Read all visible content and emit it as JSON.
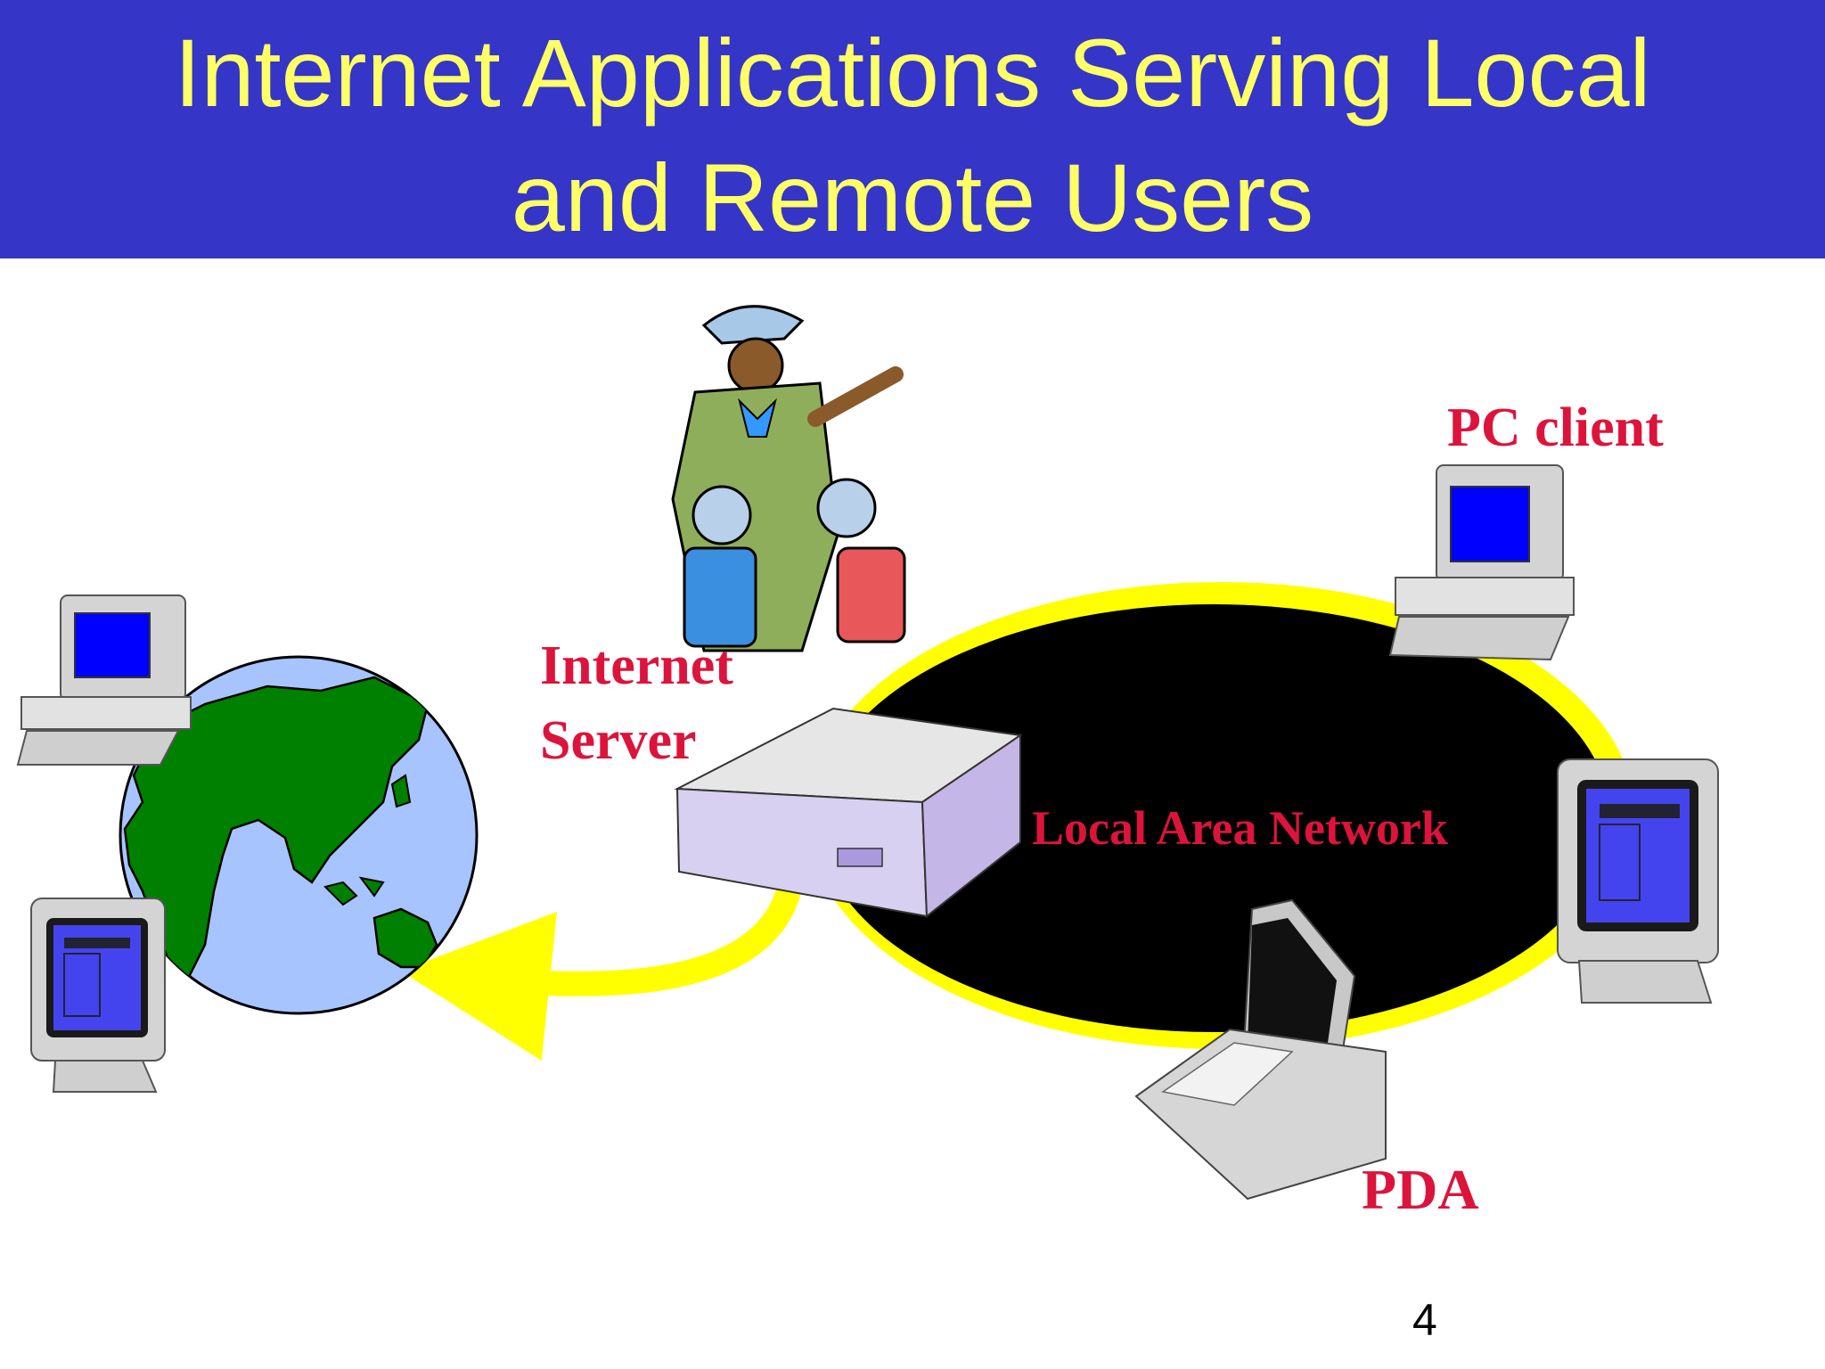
{
  "slide": {
    "title_line1": "Internet Applications Serving Local",
    "title_line2": "and Remote Users",
    "page_number": "4"
  },
  "labels": {
    "internet_server_line1": "Internet",
    "internet_server_line2": "Server",
    "pc_client": "PC client",
    "lan": "Local Area Network",
    "pda": "PDA"
  },
  "colors": {
    "title_bg": "#3535c8",
    "title_text": "#ffff66",
    "label_text": "#dc143c",
    "lan_fill": "#000000",
    "lan_ring": "#ffff00",
    "globe_ocean": "#a8c4ff",
    "globe_land": "#008000"
  },
  "icons": [
    "globe-icon",
    "server-icon",
    "desktop-computer-icon",
    "monitor-icon",
    "laptop-icon",
    "traveler-clipart"
  ]
}
